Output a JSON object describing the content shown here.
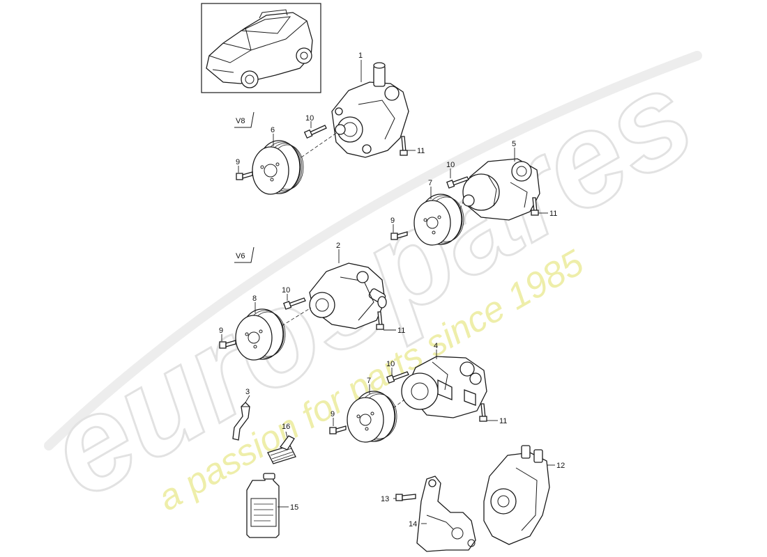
{
  "watermark": {
    "brand": "eurospares",
    "tagline": "a passion for parts since 1985"
  },
  "variants": {
    "v8": "V8",
    "v6": "V6"
  },
  "callouts": {
    "c1": "1",
    "c2": "2",
    "c3": "3",
    "c4": "4",
    "c5": "5",
    "c6": "6",
    "c7a": "7",
    "c7b": "7",
    "c8": "8",
    "c9a": "9",
    "c9b": "9",
    "c9c": "9",
    "c9d": "9",
    "c10a": "10",
    "c10b": "10",
    "c10c": "10",
    "c10d": "10",
    "c11a": "11",
    "c11b": "11",
    "c11c": "11",
    "c11d": "11",
    "c12": "12",
    "c13": "13",
    "c14": "14",
    "c15": "15",
    "c16": "16"
  }
}
